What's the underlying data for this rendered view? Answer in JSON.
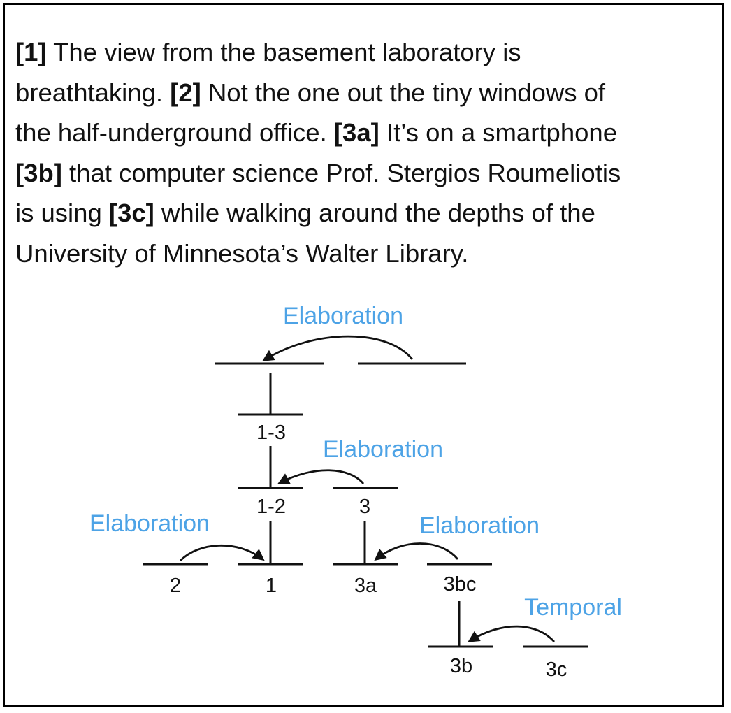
{
  "passage": {
    "lines": [
      [
        {
          "b": true,
          "t": "[1]"
        },
        {
          "b": false,
          "t": " The view from the basement laboratory is"
        }
      ],
      [
        {
          "b": false,
          "t": "breathtaking. "
        },
        {
          "b": true,
          "t": "[2]"
        },
        {
          "b": false,
          "t": " Not the one out the tiny windows of"
        }
      ],
      [
        {
          "b": false,
          "t": "the half-underground office. "
        },
        {
          "b": true,
          "t": "[3a]"
        },
        {
          "b": false,
          "t": " It’s on a smartphone"
        }
      ],
      [
        {
          "b": true,
          "t": "[3b]"
        },
        {
          "b": false,
          "t": " that computer science Prof. Stergios Roumeliotis"
        }
      ],
      [
        {
          "b": false,
          "t": "is using "
        },
        {
          "b": true,
          "t": "[3c]"
        },
        {
          "b": false,
          "t": " while walking around the depths of the"
        }
      ],
      [
        {
          "b": false,
          "t": "University of Minnesota’s Walter Library."
        }
      ]
    ]
  },
  "tree": {
    "node_labels": {
      "n13": "1-3",
      "n12": "1-2",
      "n3": "3",
      "n2": "2",
      "n1": "1",
      "n3a": "3a",
      "n3bc": "3bc",
      "n3b": "3b",
      "n3c": "3c"
    },
    "relations": {
      "top": "Elaboration",
      "mid": "Elaboration",
      "left": "Elaboration",
      "right": "Elaboration",
      "bottom": "Temporal"
    },
    "relation_color": "#4da3e6"
  }
}
